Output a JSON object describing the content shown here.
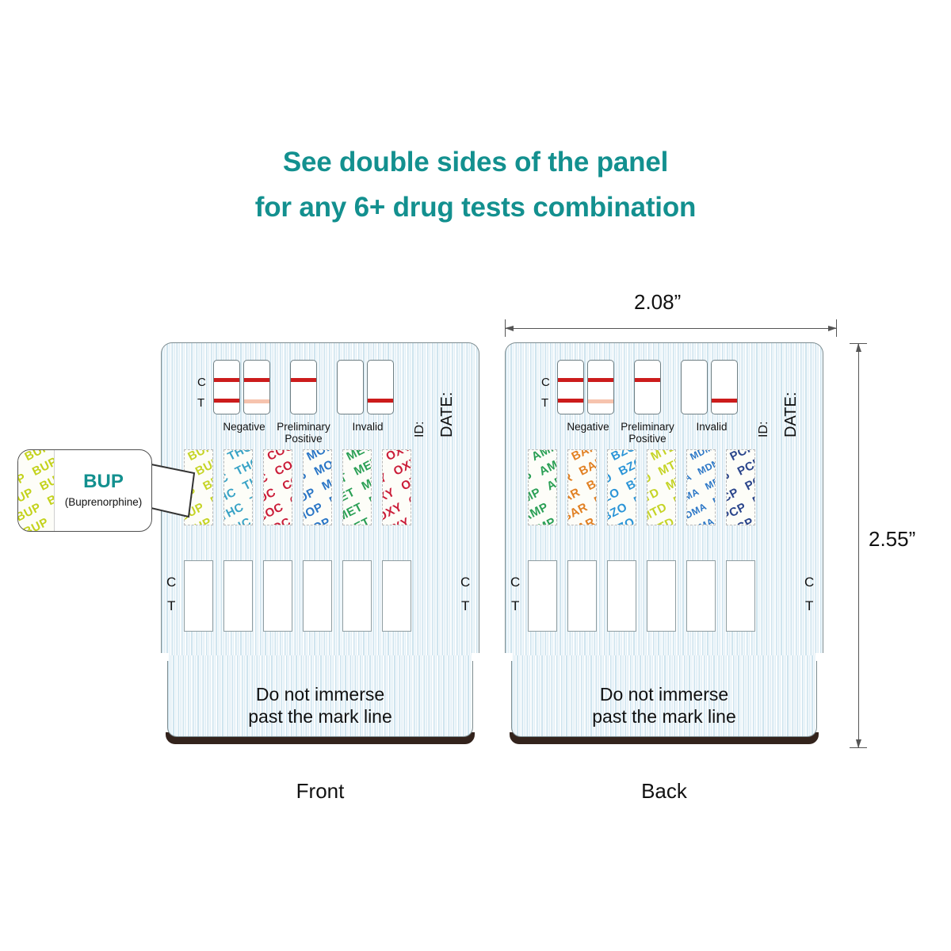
{
  "headline": {
    "line1": "See double sides of the panel",
    "line2": "for any 6+ drug tests combination",
    "color": "#13908f"
  },
  "legend": {
    "c_label": "C",
    "t_label": "T",
    "negative": "Negative",
    "preliminary": "Preliminary",
    "positive": "Positive",
    "invalid": "Invalid",
    "id_label": "ID:",
    "date_label": "DATE:"
  },
  "panels": {
    "front": {
      "caption": "Front",
      "immerse_line1": "Do not immerse",
      "immerse_line2": "past the mark line",
      "left_c": "C",
      "left_t": "T",
      "right_c": "C",
      "right_t": "T",
      "strips": [
        {
          "code": "BUP",
          "color": "#c3d21b"
        },
        {
          "code": "THC",
          "color": "#2f9fc4"
        },
        {
          "code": "COC",
          "color": "#c8102e"
        },
        {
          "code": "MOP",
          "color": "#1f6fc4"
        },
        {
          "code": "MET",
          "color": "#1f9b4d"
        },
        {
          "code": "OXY",
          "color": "#c8102e"
        }
      ]
    },
    "back": {
      "caption": "Back",
      "immerse_line1": "Do not immerse",
      "immerse_line2": "past the mark line",
      "left_c": "C",
      "left_t": "T",
      "right_c": "C",
      "right_t": "T",
      "strips": [
        {
          "code": "AMP",
          "color": "#1f9b4d"
        },
        {
          "code": "BAR",
          "color": "#e07a18"
        },
        {
          "code": "BZO",
          "color": "#1f8fd6"
        },
        {
          "code": "MTD",
          "color": "#c3d21b"
        },
        {
          "code": "MDMA",
          "color": "#1f6fc4"
        },
        {
          "code": "PCP",
          "color": "#1f3c86"
        }
      ]
    }
  },
  "callout": {
    "code": "BUP",
    "full_name": "(Buprenorphine)",
    "strip_color": "#c3d21b",
    "title_color": "#13908f"
  },
  "dimensions": {
    "width": "2.08”",
    "height": "2.55”"
  }
}
